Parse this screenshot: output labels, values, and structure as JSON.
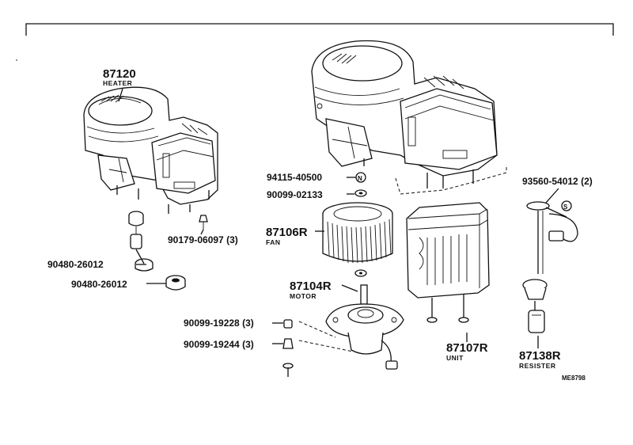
{
  "diagram": {
    "code": "ME8798",
    "parts": [
      {
        "id": "heater",
        "number": "87120",
        "name": "HEATER"
      },
      {
        "id": "fan",
        "number": "87106R",
        "name": "FAN"
      },
      {
        "id": "motor",
        "number": "87104R",
        "name": "MOTOR"
      },
      {
        "id": "unit",
        "number": "87107R",
        "name": "UNIT"
      },
      {
        "id": "resister",
        "number": "87138R",
        "name": "RESISTER"
      }
    ],
    "fasteners": [
      {
        "id": "f1",
        "label": "94115-40500",
        "symbol": "N"
      },
      {
        "id": "f2",
        "label": "90099-02133"
      },
      {
        "id": "f3",
        "label": "93560-54012 (2)",
        "symbol": "S"
      },
      {
        "id": "f4",
        "label": "90179-06097 (3)"
      },
      {
        "id": "f5",
        "label": "90480-26012"
      },
      {
        "id": "f6",
        "label": "90480-26012"
      },
      {
        "id": "f7",
        "label": "90099-19228 (3)"
      },
      {
        "id": "f8",
        "label": "90099-19244 (3)"
      }
    ]
  }
}
